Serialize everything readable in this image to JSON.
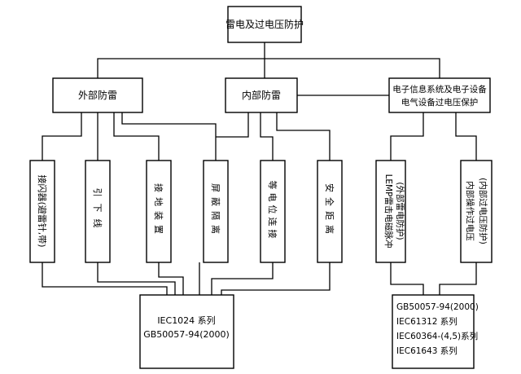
{
  "nodes": {
    "root": {
      "label": "雷电及过电压防护"
    },
    "external": {
      "label": "外部防雷"
    },
    "internal": {
      "label": "内部防雷"
    },
    "electronic": {
      "line1": "电子信息系统及电子设备",
      "line2": "电气设备过电压保护"
    },
    "leaves": [
      {
        "label": "接闪器(避雷针,带)"
      },
      {
        "label": "引下线"
      },
      {
        "label": "接地装置"
      },
      {
        "label": "屏蔽隔离"
      },
      {
        "label": "等电位连接"
      },
      {
        "label": "安全距离"
      },
      {
        "label": "LEMP雷击电磁脉冲",
        "sub": "(外部雷电防护)"
      },
      {
        "label": "内部操作过电压",
        "sub": "(内部过电压防护)"
      }
    ]
  },
  "standards": {
    "left": {
      "lines": [
        "IEC1024 系列",
        "GB50057-94(2000)"
      ]
    },
    "right": {
      "lines": [
        "GB50057-94(2000)",
        "IEC61312 系列",
        "IEC60364-(4,5)系列",
        "IEC61643 系列"
      ]
    }
  }
}
